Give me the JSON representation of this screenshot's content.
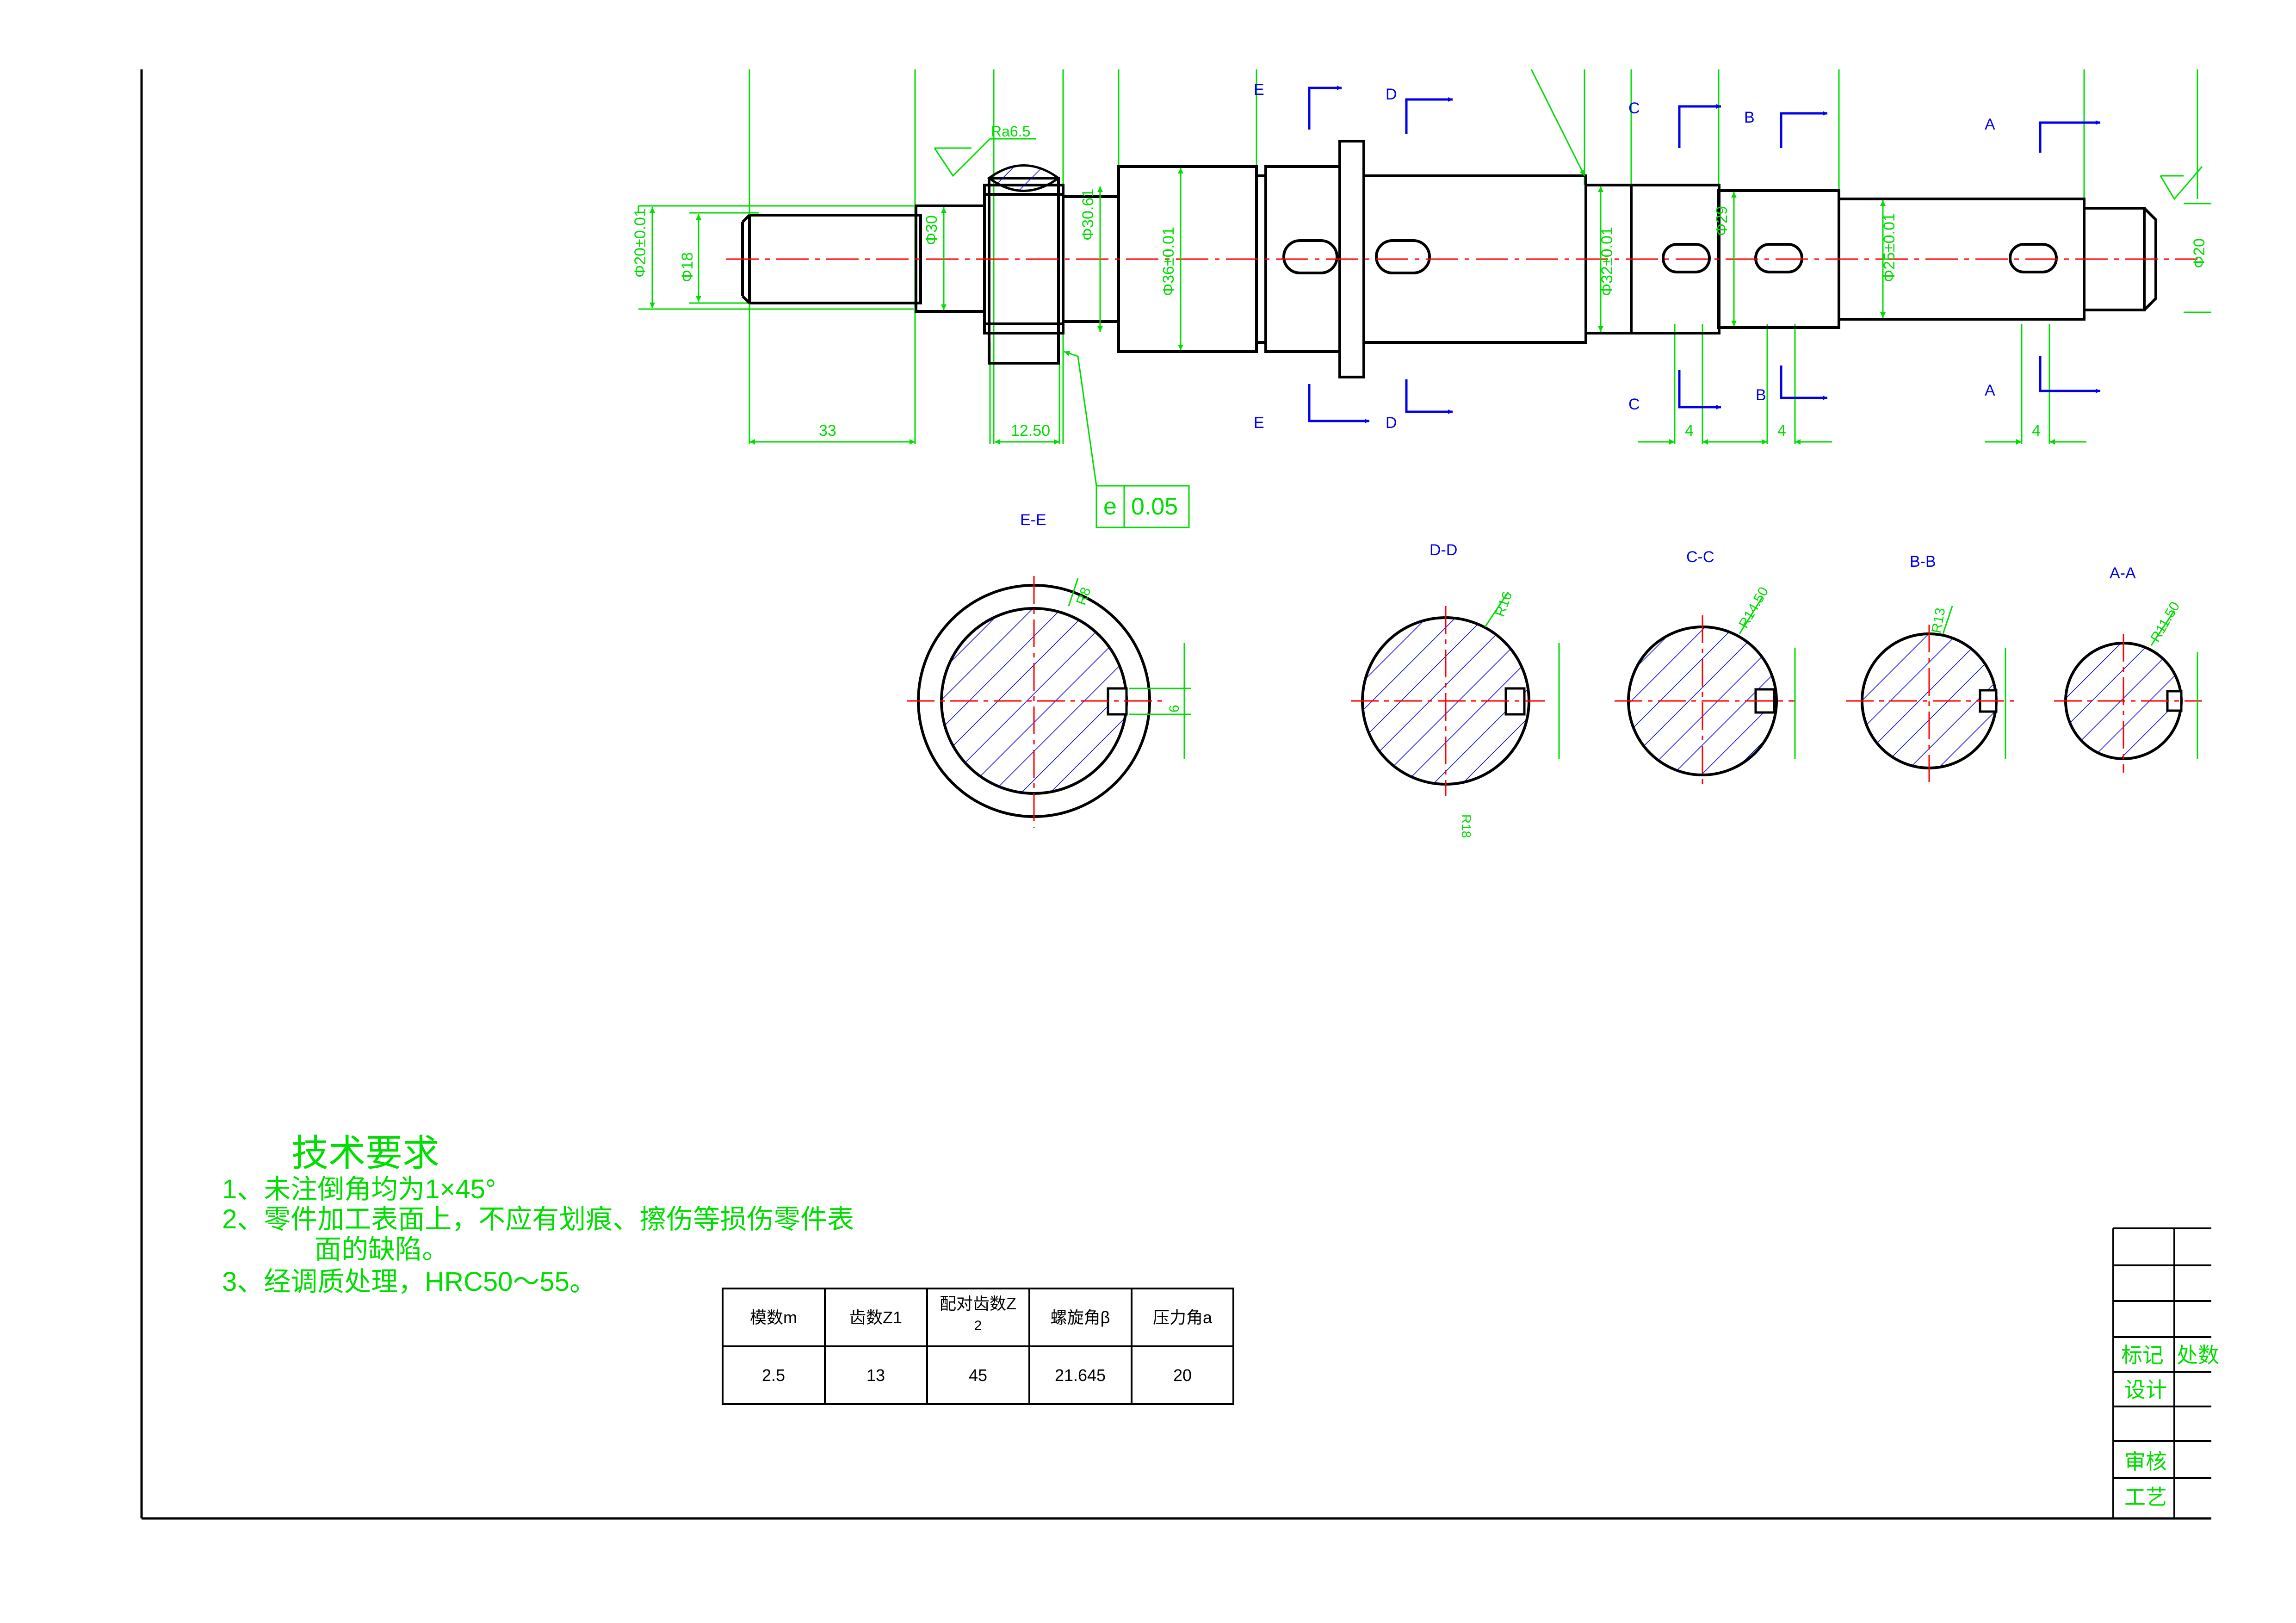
{
  "colors": {
    "outline": "#000000",
    "dimension": "#00dd00",
    "section": "#0000ee",
    "centerline": "#ff0000"
  },
  "dimensions": {
    "d_left_end": "Φ20±0.01",
    "d_18": "Φ18",
    "d_30": "Φ30",
    "d_gear": "Φ30.61",
    "d_36": "Φ36±0.01",
    "d_32": "Φ32±0.01",
    "d_29": "Φ29",
    "d_25": "Φ25±0.01",
    "d_20_right": "Φ20",
    "len_33": "33",
    "len_12_50": "12.50",
    "key_w1": "4",
    "key_w2": "4",
    "key_w3": "4",
    "roughness": "Ra6.5",
    "tol_symbol": "e",
    "tol_value": "0.05"
  },
  "sections": {
    "cut_a": "A",
    "cut_b": "B",
    "cut_c": "C",
    "cut_d": "D",
    "cut_e": "E",
    "ee": {
      "title": "E-E",
      "radius": "R8",
      "width": "6"
    },
    "dd": {
      "title": "D-D",
      "radius": "R16",
      "bottom": "R18"
    },
    "cc": {
      "title": "C-C",
      "radius": "R14.50"
    },
    "bb": {
      "title": "B-B",
      "radius": "R13"
    },
    "aa": {
      "title": "A-A",
      "radius": "R11.50"
    }
  },
  "tech": {
    "title": "技术要求",
    "line1": "1、未注倒角均为1×45°",
    "line2": "2、零件加工表面上，不应有划痕、擦伤等损伤零件表",
    "line2b": "面的缺陷。",
    "line3": "3、经调质处理，HRC50～55。"
  },
  "gear_table": {
    "headers": [
      "模数m",
      "齿数Z1",
      "配对齿数Z",
      "螺旋角β",
      "压力角a"
    ],
    "header_sub": "2",
    "values": [
      "2.5",
      "13",
      "45",
      "21.645",
      "20"
    ]
  },
  "title_block": {
    "mark": "标记",
    "count": "处数",
    "design": "设计",
    "review": "审核",
    "process": "工艺"
  }
}
